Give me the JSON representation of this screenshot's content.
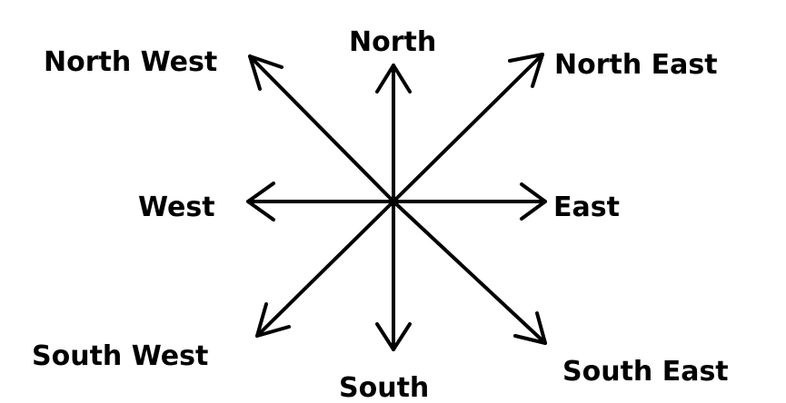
{
  "diagram": {
    "directions": [
      {
        "key": "north",
        "label": "North"
      },
      {
        "key": "north-east",
        "label": "North East"
      },
      {
        "key": "east",
        "label": "East"
      },
      {
        "key": "south-east",
        "label": "South East"
      },
      {
        "key": "south",
        "label": "South"
      },
      {
        "key": "south-west",
        "label": "South West"
      },
      {
        "key": "west",
        "label": "West"
      },
      {
        "key": "north-west",
        "label": "North West"
      }
    ],
    "colors": {
      "stroke": "#000000",
      "text": "#000000",
      "background": "#ffffff"
    }
  }
}
